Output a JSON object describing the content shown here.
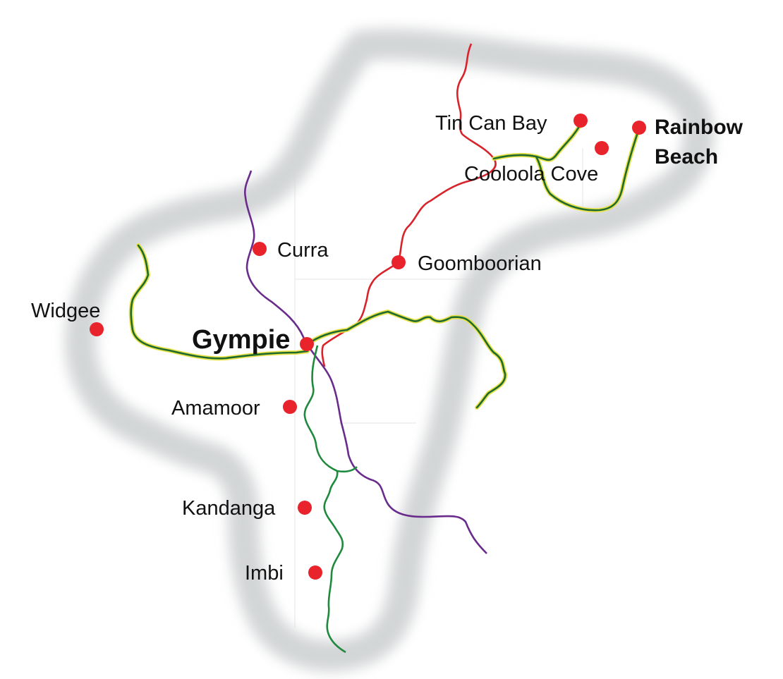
{
  "map": {
    "colors": {
      "town_dot": "#e8232b",
      "region_border": "#d3d5d7",
      "road_red": "#d9232b",
      "road_purple": "#6a2c8c",
      "road_green": "#1f8a3e",
      "road_highway_outline": "#e8e24a",
      "road_highway_core": "#1f6b2f",
      "grid_line": "#eeeeee"
    },
    "towns": {
      "tin_can_bay": "Tin Can Bay",
      "rainbow_beach_line1": "Rainbow",
      "rainbow_beach_line2": "Beach",
      "cooloola_cove": "Cooloola Cove",
      "curra": "Curra",
      "goomboorian": "Goomboorian",
      "widgee": "Widgee",
      "gympie": "Gympie",
      "amamoor": "Amamoor",
      "kandanga": "Kandanga",
      "imbi": "Imbi"
    }
  }
}
